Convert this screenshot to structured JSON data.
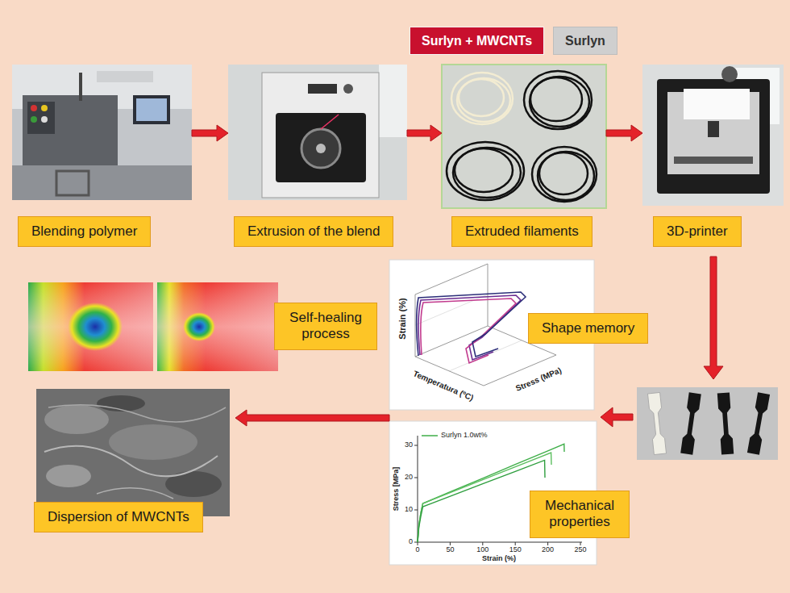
{
  "diagram": {
    "nodes": [
      {
        "text": [
          "Surlyn + MWCNTs"
        ]
      },
      {
        "text": [
          "Surlyn"
        ]
      },
      {
        "text": [
          "Blending polymer"
        ]
      },
      {
        "text": [
          "Extrusion of the blend"
        ]
      },
      {
        "text": [
          "Extruded filaments"
        ]
      },
      {
        "text": [
          "3D-printer"
        ]
      },
      {
        "text": [
          "Self-healing process"
        ]
      },
      {
        "text": [
          "Shape memory"
        ]
      },
      {
        "text": [
          "Mechanical properties"
        ]
      },
      {
        "text": [
          "Dispersion of MWCNTs"
        ]
      }
    ],
    "edges": [
      {
        "from": 2,
        "to": 3,
        "arrow": "to"
      },
      {
        "from": 3,
        "to": 4,
        "arrow": "to"
      },
      {
        "from": 4,
        "to": 5,
        "arrow": "to"
      },
      {
        "from": 8,
        "to": 9,
        "arrow": "to"
      }
    ],
    "labels": [
      "Strain (%)",
      "Temperatura (ºC)",
      "Stress (MPa)",
      "Stress [MPa]",
      "0",
      "10",
      "20",
      "30",
      "0",
      "50",
      "100",
      "150",
      "200",
      "250",
      "Strain (%)"
    ],
    "legend": [
      {
        "text": "Surlyn 1.0wt%"
      }
    ]
  }
}
